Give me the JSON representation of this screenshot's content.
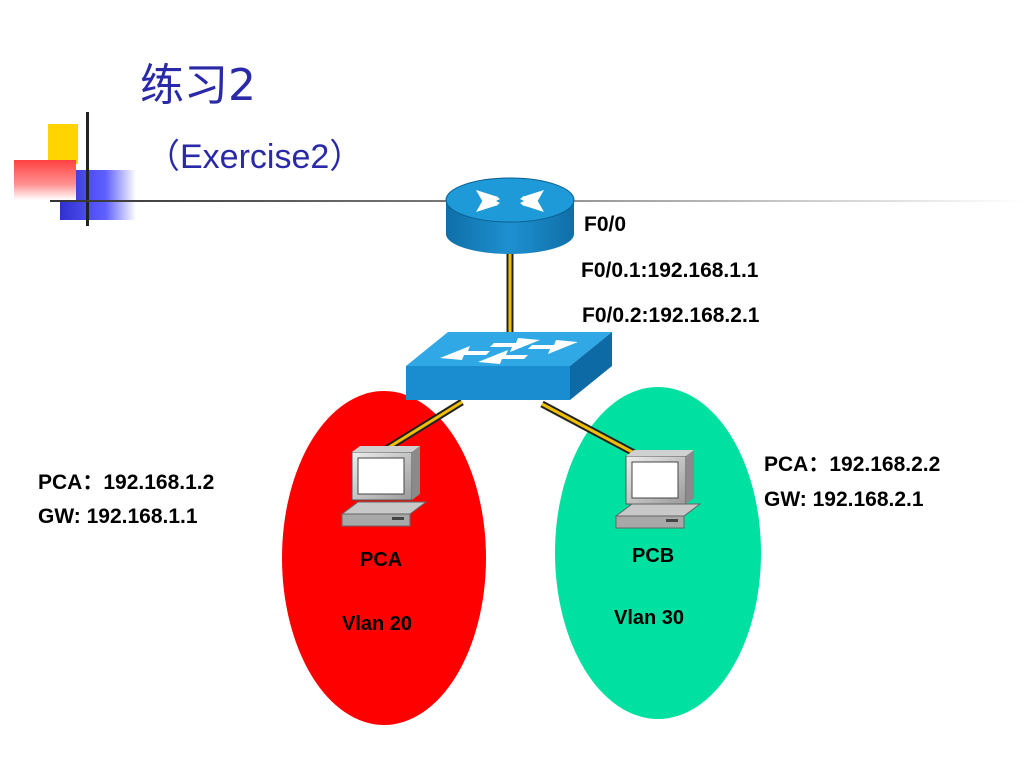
{
  "slide": {
    "title": "练习2",
    "subtitle": "（Exercise2）"
  },
  "router": {
    "port_label": "F0/0",
    "subif_1": "F0/0.1:192.168.1.1",
    "subif_2": "F0/0.2:192.168.2.1"
  },
  "vlan_a": {
    "pc_name": "PCA",
    "vlan_label": "Vlan 20",
    "ip_line": "PCA：192.168.1.2",
    "gw_line": "GW: 192.168.1.1",
    "color": "#ff0000"
  },
  "vlan_b": {
    "pc_name": "PCB",
    "vlan_label": "Vlan 30",
    "ip_line": "PCA：192.168.2.2",
    "gw_line": "GW: 192.168.2.1",
    "color": "#00e0a0"
  },
  "colors": {
    "title": "#2a2aa8",
    "device_blue": "#1a9ad6",
    "link_yellow": "#f0c000"
  }
}
